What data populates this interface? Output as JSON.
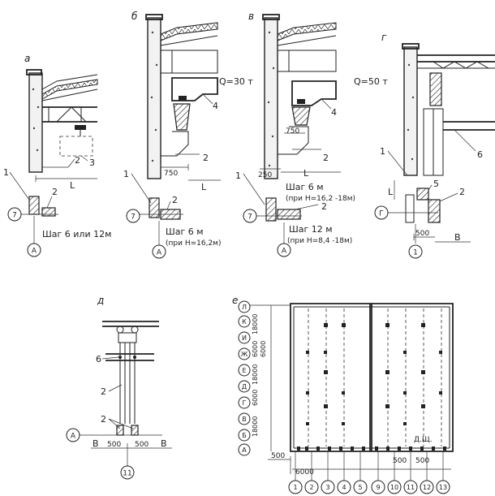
{
  "panels": {
    "a": {
      "label": "а",
      "callouts": [
        "1",
        "2",
        "3"
      ],
      "dim": "L",
      "axis_row": "7",
      "axis_col": "А",
      "section_callout": "2",
      "caption": "Шаг 6 или 12м"
    },
    "b": {
      "label": "б",
      "load": "Q=30 т",
      "callouts": [
        "4",
        "2",
        "1"
      ],
      "offset": "750",
      "dim": "L",
      "axis_row": "7",
      "axis_col": "А",
      "section_callout": "2",
      "caption1": "Шаг 6 м",
      "caption2": "(при  H=16,2м)"
    },
    "v": {
      "label": "в",
      "load": "Q=50 т",
      "callouts": [
        "4",
        "2",
        "1"
      ],
      "offset": "750",
      "offset2": "250",
      "dim": "L",
      "axis_row": "7",
      "axis_col": "А",
      "section_callout": "2",
      "caption1": "Шаг 6 м",
      "caption2": "(при  H=16,2 -18м)",
      "caption3": "Шаг 12 м",
      "caption4": "(при  H=8,4 -18м)"
    },
    "g": {
      "label": "г",
      "callouts": [
        "5",
        "6",
        "1",
        "2"
      ],
      "dim": "L",
      "offset": "500",
      "dim2": "В",
      "axis_row": "Г",
      "axis_col": "1"
    },
    "d": {
      "label": "д",
      "callouts": [
        "6",
        "2",
        "2"
      ],
      "axis_row": "А",
      "axis_col": "11",
      "dim_left": "В",
      "dim_mid1": "500",
      "dim_mid2": "500",
      "dim_right": "В"
    },
    "e": {
      "label": "е",
      "row_axes": [
        "Л",
        "К",
        "И",
        "Ж",
        "Е",
        "Д",
        "Г",
        "В",
        "Б",
        "А"
      ],
      "col_axes": [
        "1",
        "2",
        "3",
        "4",
        "5",
        "9",
        "10",
        "11",
        "12",
        "13"
      ],
      "row_dims": [
        "18000",
        "6000",
        "18000",
        "6000",
        "18000",
        "6000"
      ],
      "bottom_dims": [
        "500",
        "6000",
        "500",
        "500"
      ],
      "mark": "Д.Щ."
    }
  }
}
